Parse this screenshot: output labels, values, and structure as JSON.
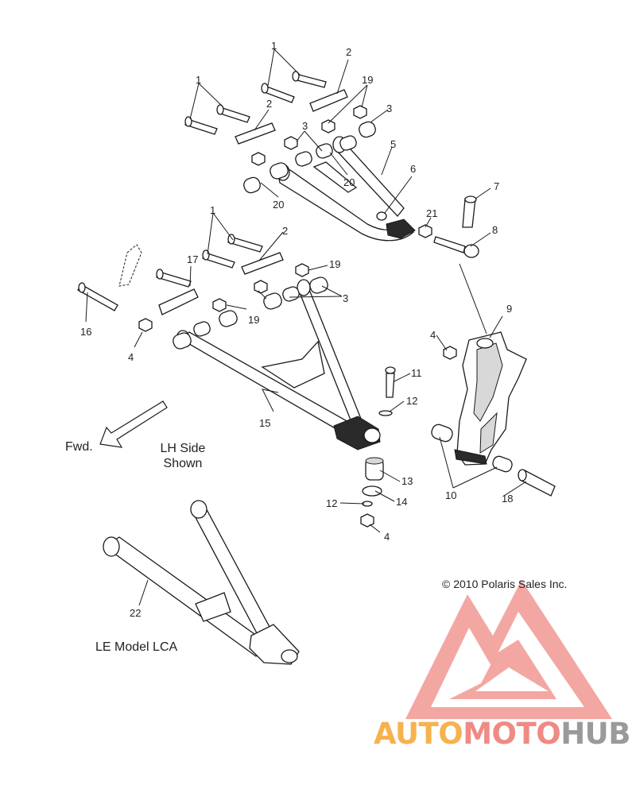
{
  "callouts": [
    {
      "id": "c1a",
      "text": "1"
    },
    {
      "id": "c1b",
      "text": "1"
    },
    {
      "id": "c1c",
      "text": "1"
    },
    {
      "id": "c2a",
      "text": "2"
    },
    {
      "id": "c2b",
      "text": "2"
    },
    {
      "id": "c2c",
      "text": "2"
    },
    {
      "id": "c3a",
      "text": "3"
    },
    {
      "id": "c3b",
      "text": "3"
    },
    {
      "id": "c3c",
      "text": "3"
    },
    {
      "id": "c4a",
      "text": "4"
    },
    {
      "id": "c4b",
      "text": "4"
    },
    {
      "id": "c4c",
      "text": "4"
    },
    {
      "id": "c5",
      "text": "5"
    },
    {
      "id": "c6",
      "text": "6"
    },
    {
      "id": "c7",
      "text": "7"
    },
    {
      "id": "c8",
      "text": "8"
    },
    {
      "id": "c9",
      "text": "9"
    },
    {
      "id": "c10",
      "text": "10"
    },
    {
      "id": "c11",
      "text": "11"
    },
    {
      "id": "c12a",
      "text": "12"
    },
    {
      "id": "c12b",
      "text": "12"
    },
    {
      "id": "c13",
      "text": "13"
    },
    {
      "id": "c14",
      "text": "14"
    },
    {
      "id": "c15",
      "text": "15"
    },
    {
      "id": "c16",
      "text": "16"
    },
    {
      "id": "c17",
      "text": "17"
    },
    {
      "id": "c18",
      "text": "18"
    },
    {
      "id": "c19a",
      "text": "19"
    },
    {
      "id": "c19b",
      "text": "19"
    },
    {
      "id": "c19c",
      "text": "19"
    },
    {
      "id": "c20a",
      "text": "20"
    },
    {
      "id": "c20b",
      "text": "20"
    },
    {
      "id": "c21",
      "text": "21"
    },
    {
      "id": "c22",
      "text": "22"
    }
  ],
  "captions": {
    "forward": "Fwd.",
    "side_line1": "LH Side",
    "side_line2": "Shown",
    "le_model": "LE Model LCA"
  },
  "copyright": "© 2010 Polaris Sales Inc.",
  "watermark": {
    "part1": "AUTO",
    "part2": "MOTO",
    "part3": "HUB",
    "color_auto": "#f6b24e",
    "color_moto": "#ef8a84",
    "color_hub": "#9a9a9a",
    "logo_color": "#ef8a84"
  }
}
